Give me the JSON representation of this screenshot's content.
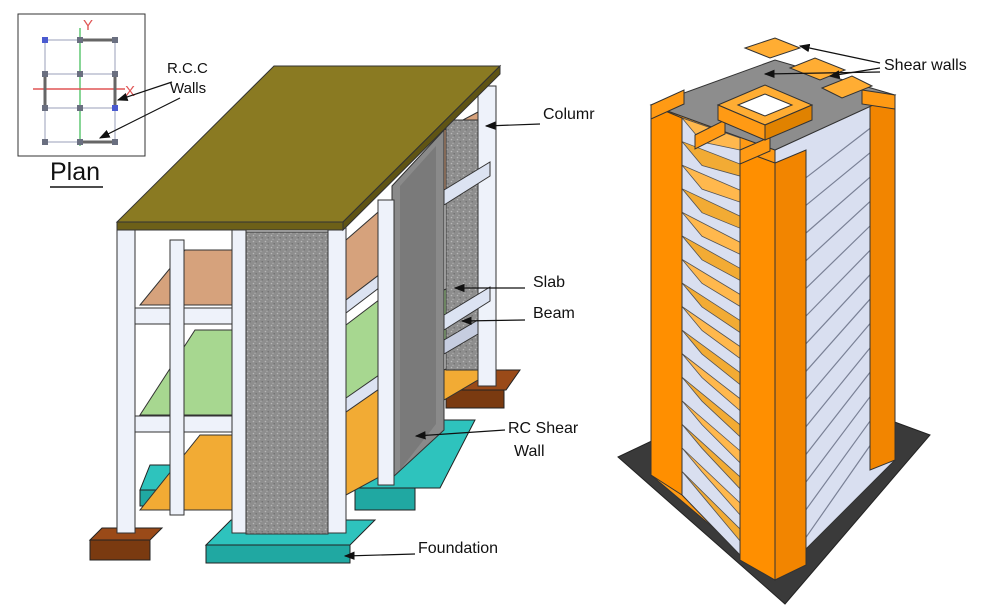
{
  "plan": {
    "title": "Plan",
    "axis_y": "Y",
    "axis_x": "X",
    "walls_label_line1": "R.C.C",
    "walls_label_line2": "Walls"
  },
  "frame": {
    "labels": {
      "column": "Columr",
      "slab": "Slab",
      "beam": "Beam",
      "shear_wall_line1": "RC Shear",
      "shear_wall_line2": "Wall",
      "foundation": "Foundation"
    }
  },
  "tower": {
    "labels": {
      "shear_walls": "Shear walls"
    }
  },
  "colors": {
    "roof": "#8a7a22",
    "concrete": "#8e8e8e",
    "column": "#eef2fa",
    "slab_tan": "#d6a27c",
    "slab_green": "#a7d790",
    "slab_orange": "#f2ab34",
    "footing_brown": "#7a3a10",
    "footing_teal": "#2ec3bd",
    "tower_orange": "#ff9a14",
    "tower_panel": "#d9dff0",
    "ground": "#3a3a3a",
    "plan_red": "#e05555",
    "plan_green": "#55c46a"
  }
}
